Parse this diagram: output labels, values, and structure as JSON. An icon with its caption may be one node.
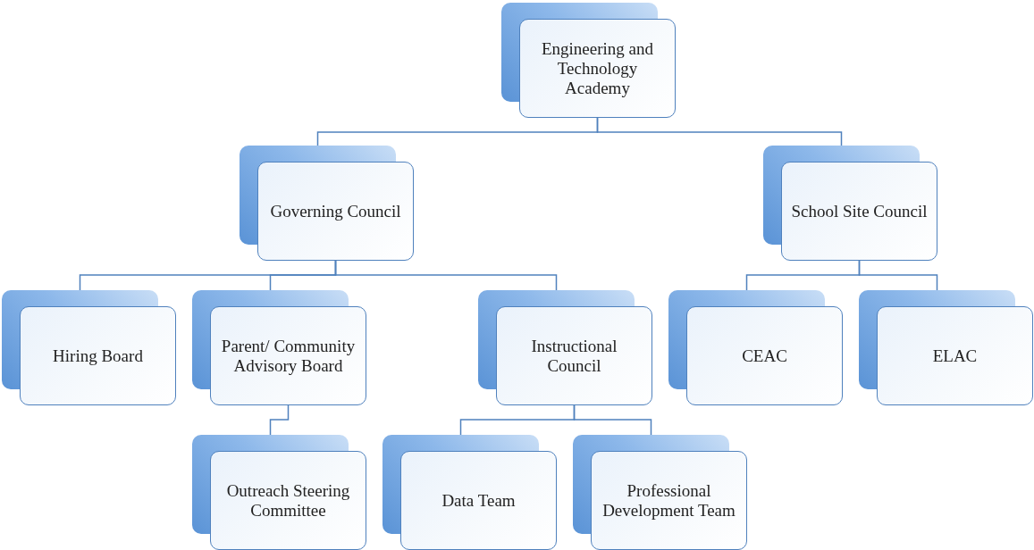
{
  "diagram": {
    "nodes": [
      {
        "text": [
          "Engineering and Technology Academy"
        ]
      },
      {
        "text": [
          "Governing Council"
        ]
      },
      {
        "text": [
          "School Site Council"
        ]
      },
      {
        "text": [
          "Hiring Board"
        ]
      },
      {
        "text": [
          "Parent/ Community Advisory Board"
        ]
      },
      {
        "text": [
          "Instructional Council"
        ]
      },
      {
        "text": [
          "CEAC"
        ]
      },
      {
        "text": [
          "ELAC"
        ]
      },
      {
        "text": [
          "Outreach Steering Committee"
        ]
      },
      {
        "text": [
          "Data Team"
        ]
      },
      {
        "text": [
          "Professional Development Team"
        ]
      }
    ],
    "edges": [
      {
        "from": 0,
        "to": 1,
        "arrow": "none"
      },
      {
        "from": 0,
        "to": 2,
        "arrow": "none"
      },
      {
        "from": 1,
        "to": 3,
        "arrow": "none"
      },
      {
        "from": 1,
        "to": 4,
        "arrow": "none"
      },
      {
        "from": 1,
        "to": 5,
        "arrow": "none"
      },
      {
        "from": 2,
        "to": 6,
        "arrow": "none"
      },
      {
        "from": 2,
        "to": 7,
        "arrow": "none"
      },
      {
        "from": 4,
        "to": 8,
        "arrow": "none"
      },
      {
        "from": 5,
        "to": 9,
        "arrow": "none"
      },
      {
        "from": 5,
        "to": 10,
        "arrow": "none"
      }
    ]
  }
}
